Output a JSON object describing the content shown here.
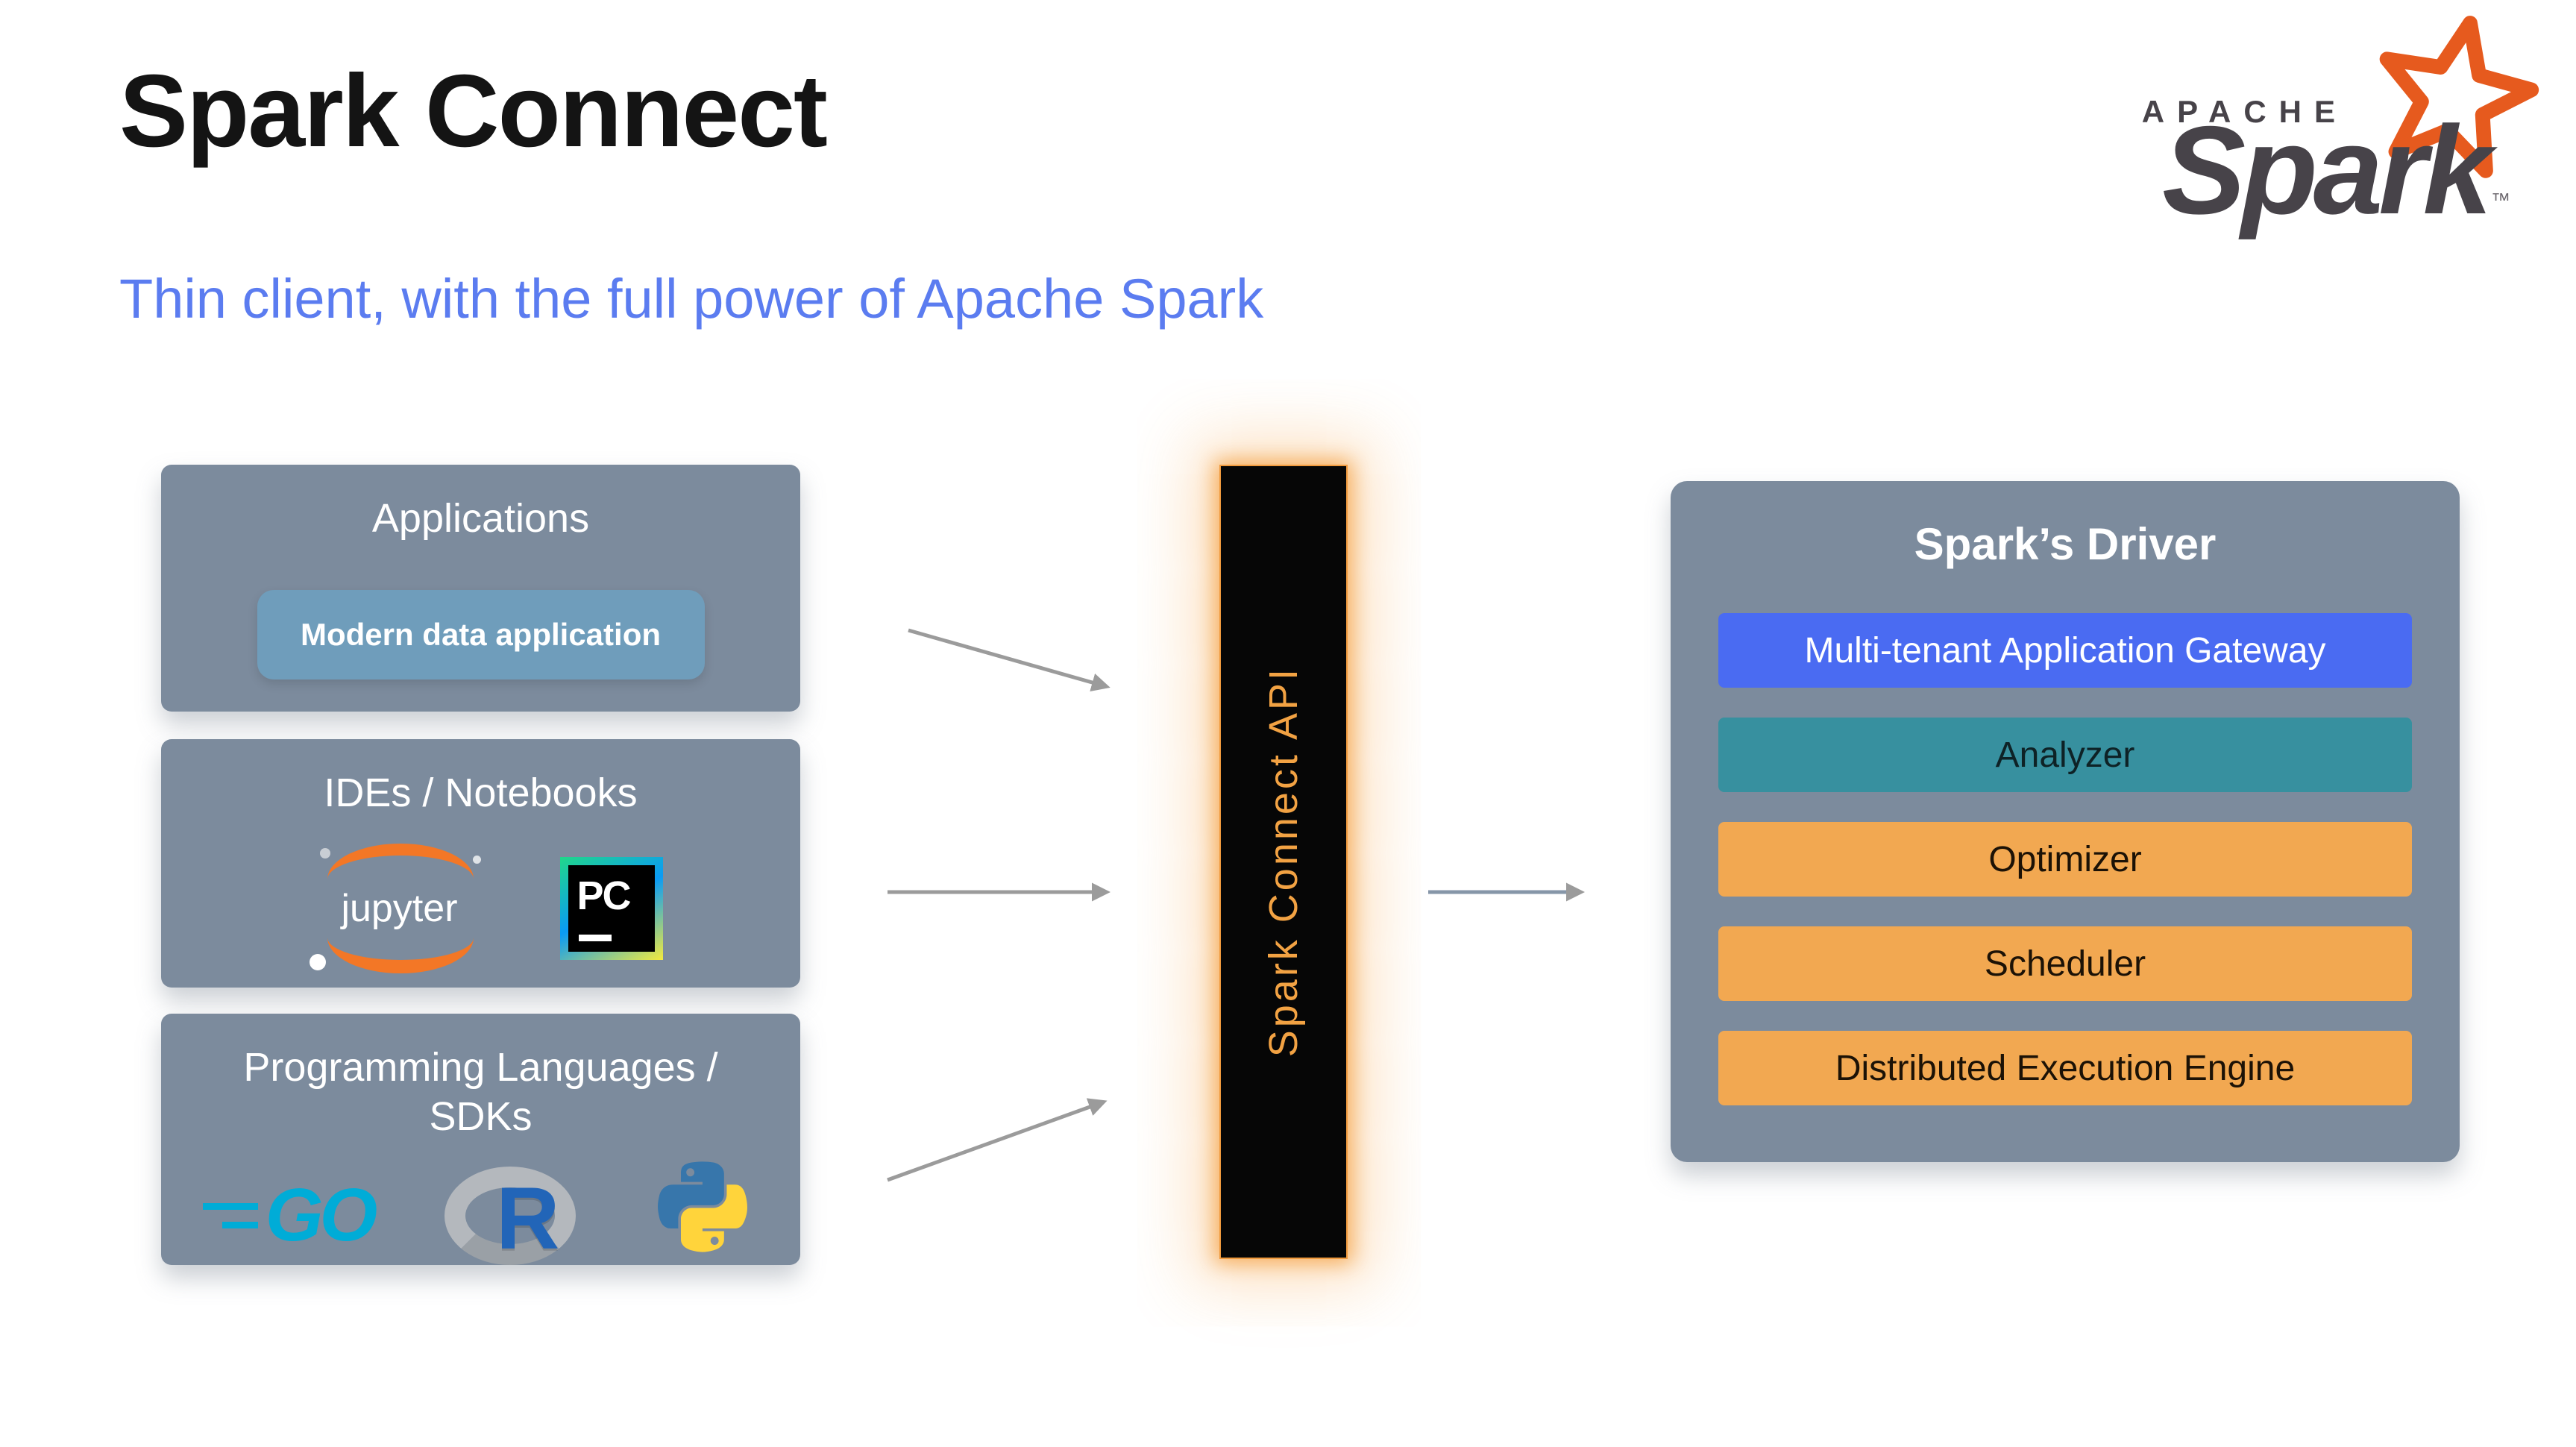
{
  "header": {
    "title": "Spark Connect",
    "subtitle": "Thin client, with the full power of Apache Spark"
  },
  "logo": {
    "apache": "APACHE",
    "spark": "Spark",
    "tm": "™"
  },
  "colors": {
    "accent_subtitle": "#5B7CF0",
    "box_gray": "#7C8B9D",
    "pill_blue": "#6F9DBB",
    "connector_text": "#F2A243",
    "connector_glow": "#F09A3E",
    "arrow_gray": "#9B9B9B",
    "row_blue": "#4A6BF2",
    "row_teal": "#37909F",
    "row_orange": "#F2A851",
    "star_orange": "#E65A1E"
  },
  "sources": {
    "applications": {
      "title": "Applications",
      "pill": "Modern data application"
    },
    "ides": {
      "title": "IDEs / Notebooks",
      "jupyter_label": "jupyter",
      "pycharm_label": "PC"
    },
    "languages": {
      "title_line1": "Programming Languages /",
      "title_line2": "SDKs",
      "go_label": "GO",
      "r_label": "R"
    }
  },
  "connector": {
    "label": "Spark Connect API"
  },
  "driver": {
    "title": "Spark’s Driver",
    "rows": [
      {
        "label": "Multi-tenant Application Gateway",
        "bg": "#4A6BF2",
        "fg": "#FFFFFF"
      },
      {
        "label": "Analyzer",
        "bg": "#37909F",
        "fg": "#0E2226"
      },
      {
        "label": "Optimizer",
        "bg": "#F2A851",
        "fg": "#1C1206"
      },
      {
        "label": "Scheduler",
        "bg": "#F2A851",
        "fg": "#1C1206"
      },
      {
        "label": "Distributed Execution Engine",
        "bg": "#F2A851",
        "fg": "#1C1206"
      }
    ]
  }
}
